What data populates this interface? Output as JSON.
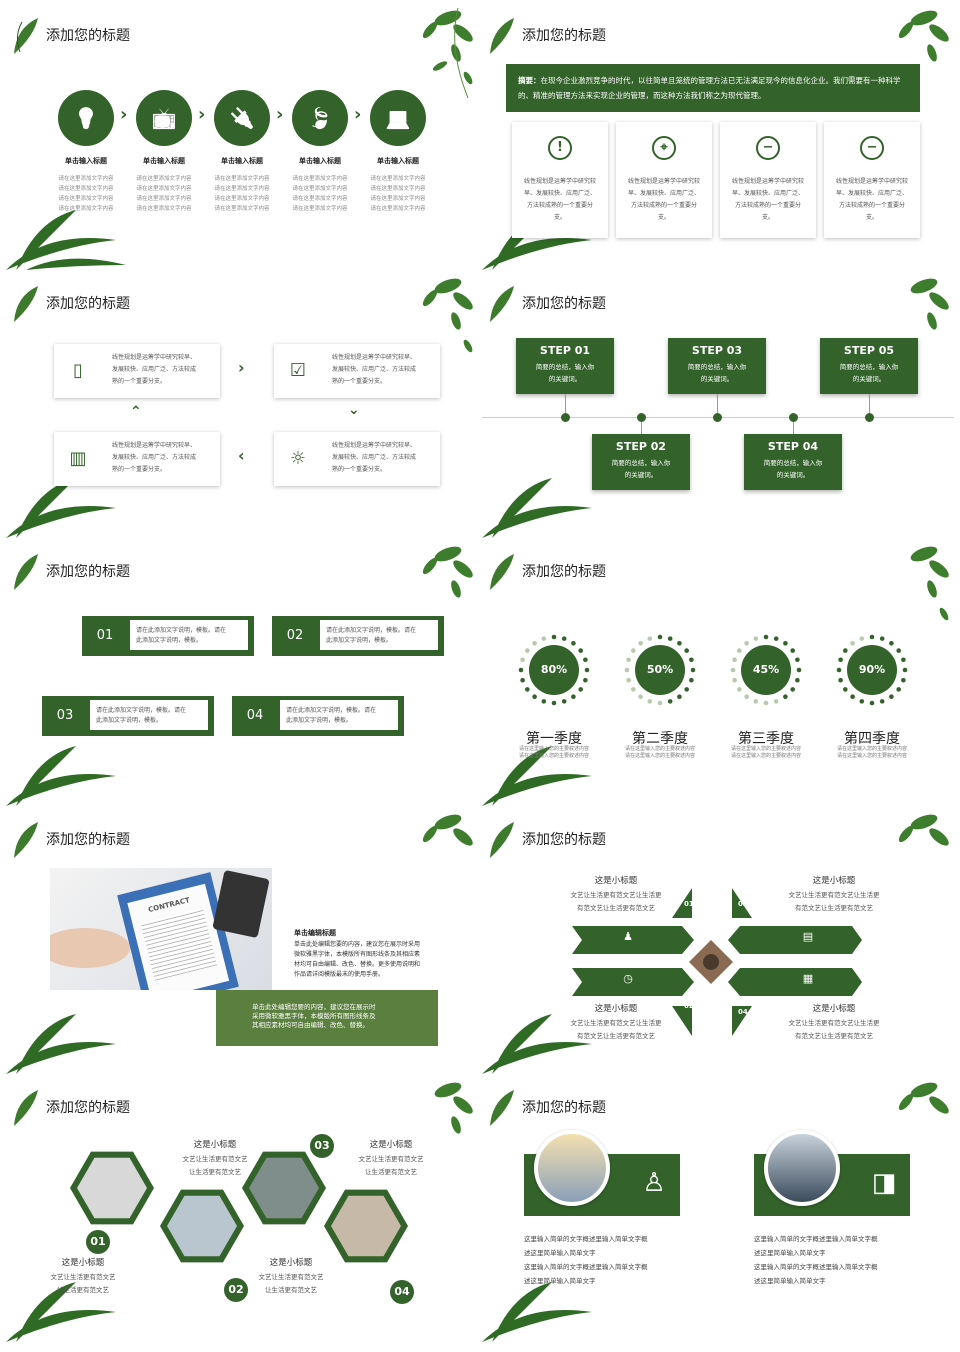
{
  "slide_title": "添加您的标题",
  "colors": {
    "green": "#33632a",
    "text": "#333333",
    "muted": "#666666"
  },
  "s1": {
    "icons": [
      "lightbulb-icon",
      "tv-icon",
      "plug-icon",
      "leaf-icon",
      "laptop-icon"
    ],
    "items": [
      {
        "head": "单击输入标题",
        "lines": [
          "请在这里添加文字内容",
          "请在这里添加文字内容",
          "请在这里添加文字内容",
          "请在这里添加文字内容"
        ]
      },
      {
        "head": "单击输入标题",
        "lines": [
          "请在这里添加文字内容",
          "请在这里添加文字内容",
          "请在这里添加文字内容",
          "请在这里添加文字内容"
        ]
      },
      {
        "head": "单击输入标题",
        "lines": [
          "请在这里添加文字内容",
          "请在这里添加文字内容",
          "请在这里添加文字内容",
          "请在这里添加文字内容"
        ]
      },
      {
        "head": "单击输入标题",
        "lines": [
          "请在这里添加文字内容",
          "请在这里添加文字内容",
          "请在这里添加文字内容",
          "请在这里添加文字内容"
        ]
      },
      {
        "head": "单击输入标题",
        "lines": [
          "请在这里添加文字内容",
          "请在这里添加文字内容",
          "请在这里添加文字内容",
          "请在这里添加文字内容"
        ]
      }
    ]
  },
  "s2": {
    "abstract_label": "摘要：",
    "abstract": "在现今企业激烈竞争的时代，以往简单且笼统的管理方法已无法满足现今的信息化企业。我们需要有一种科学的、精准的管理方法来实现企业的管理，而这种方法我们称之为现代管理。",
    "cards": [
      {
        "icon": "exclamation-icon",
        "text": "线性规划是运筹学中研究较早、发展较快、应用广泛、方法较成熟的一个重要分支。"
      },
      {
        "icon": "location-pin-icon",
        "text": "线性规划是运筹学中研究较早、发展较快、应用广泛、方法较成熟的一个重要分支。"
      },
      {
        "icon": "minus-circle-icon",
        "text": "线性规划是运筹学中研究较早、发展较快、应用广泛、方法较成熟的一个重要分支。"
      },
      {
        "icon": "minus-circle-icon",
        "text": "线性规划是运筹学中研究较早、发展较快、应用广泛、方法较成熟的一个重要分支。"
      }
    ]
  },
  "s3": {
    "boxes": [
      {
        "icon": "phone-icon",
        "lines": [
          "线性规划是运筹学中研究较早、",
          "发展较快、应用广泛、方法较成",
          "熟的一个重要分支。"
        ]
      },
      {
        "icon": "screen-check-icon",
        "lines": [
          "线性规划是运筹学中研究较早、",
          "发展较快、应用广泛、方法较成",
          "熟的一个重要分支。"
        ]
      },
      {
        "icon": "bar-chart-icon",
        "lines": [
          "线性规划是运筹学中研究较早、",
          "发展较快、应用广泛、方法较成",
          "熟的一个重要分支。"
        ]
      },
      {
        "icon": "bulb-icon",
        "lines": [
          "线性规划是运筹学中研究较早、",
          "发展较快、应用广泛、方法较成",
          "熟的一个重要分支。"
        ]
      }
    ]
  },
  "s4": {
    "steps": [
      {
        "label": "STEP 01",
        "lines": [
          "简要的总结，输入你",
          "的关键词。"
        ]
      },
      {
        "label": "STEP 02",
        "lines": [
          "简要的总结，输入你",
          "的关键词。"
        ]
      },
      {
        "label": "STEP 03",
        "lines": [
          "简要的总结，输入你",
          "的关键词。"
        ]
      },
      {
        "label": "STEP 04",
        "lines": [
          "简要的总结，输入你",
          "的关键词。"
        ]
      },
      {
        "label": "STEP 05",
        "lines": [
          "简要的总结，输入你",
          "的关键词。"
        ]
      }
    ]
  },
  "s5": {
    "items": [
      {
        "num": "01",
        "lines": [
          "请在此添加文字说明，模板。请在",
          "此添加文字说明，模板。"
        ]
      },
      {
        "num": "02",
        "lines": [
          "请在此添加文字说明，模板。请在",
          "此添加文字说明，模板。"
        ]
      },
      {
        "num": "03",
        "lines": [
          "请在此添加文字说明，模板。请在",
          "此添加文字说明，模板。"
        ]
      },
      {
        "num": "04",
        "lines": [
          "请在此添加文字说明，模板。请在",
          "此添加文字说明，模板。"
        ]
      }
    ]
  },
  "s6": {
    "items": [
      {
        "pct": "80%",
        "value": 80,
        "label": "第一季度",
        "lines": [
          "请在这里输入您的主要叙述内容",
          "请在这里输入您的主要叙述内容"
        ]
      },
      {
        "pct": "50%",
        "value": 50,
        "label": "第二季度",
        "lines": [
          "请在这里输入您的主要叙述内容",
          "请在这里输入您的主要叙述内容"
        ]
      },
      {
        "pct": "45%",
        "value": 45,
        "label": "第三季度",
        "lines": [
          "请在这里输入您的主要叙述内容",
          "请在这里输入您的主要叙述内容"
        ]
      },
      {
        "pct": "90%",
        "value": 90,
        "label": "第四季度",
        "lines": [
          "请在这里输入您的主要叙述内容",
          "请在这里输入您的主要叙述内容"
        ]
      }
    ]
  },
  "s7": {
    "photo_text": "CONTRACT",
    "head": "单击编辑标题",
    "body": [
      "单击此处编辑您要的内容，建议您在展示时采用",
      "微软雅黑字体，本模版所有图形线条及其相应素",
      "材均可自由编辑、改色、替换。更多使用说明和",
      "作品请详阅模版最末的使用手册。"
    ],
    "box": [
      "单击此处编辑您要的内容，建议您在展示时",
      "采用微软雅黑字体，本模版所有图形线条及",
      "其相应素材均可自由编辑、改色、替换。"
    ]
  },
  "s8": {
    "items": [
      {
        "num": "01",
        "title": "这是小标题",
        "lines": [
          "文艺让生活更有范文艺让生活更",
          "有范文艺让生活更有范文艺"
        ],
        "icon": "users-icon"
      },
      {
        "num": "03",
        "title": "这是小标题",
        "lines": [
          "文艺让生活更有范文艺让生活更",
          "有范文艺让生活更有范文艺"
        ],
        "icon": "briefcase-icon"
      },
      {
        "num": "02",
        "title": "这是小标题",
        "lines": [
          "文艺让生活更有范文艺让生活更",
          "有范文艺让生活更有范文艺"
        ],
        "icon": "clock-icon"
      },
      {
        "num": "04",
        "title": "这是小标题",
        "lines": [
          "文艺让生活更有范文艺让生活更",
          "有范文艺让生活更有范文艺"
        ],
        "icon": "chart-icon"
      }
    ]
  },
  "s9": {
    "items": [
      {
        "num": "01",
        "title": "这是小标题",
        "lines": [
          "文艺让生活更有范文艺",
          "让生活更有范文艺"
        ]
      },
      {
        "num": "02",
        "title": "这是小标题",
        "lines": [
          "文艺让生活更有范文艺",
          "让生活更有范文艺"
        ]
      },
      {
        "num": "03",
        "title": "这是小标题",
        "lines": [
          "文艺让生活更有范文艺",
          "让生活更有范文艺"
        ]
      },
      {
        "num": "04",
        "title": "这是小标题",
        "lines": [
          "文艺让生活更有范文艺",
          "让生活更有范文艺"
        ]
      }
    ]
  },
  "s10": {
    "cols": [
      {
        "icon": "presenter-icon",
        "lines": [
          "这里输入简单的文字概述里输入简单文字概",
          "述这里简单输入简单文字",
          "这里输入简单的文字概述里输入简单文字概",
          "述这里简单输入简单文字"
        ]
      },
      {
        "icon": "presentation-chart-icon",
        "lines": [
          "这里输入简单的文字概述里输入简单文字概",
          "述这里简单输入简单文字",
          "这里输入简单的文字概述里输入简单文字概",
          "述这里简单输入简单文字"
        ]
      }
    ]
  }
}
